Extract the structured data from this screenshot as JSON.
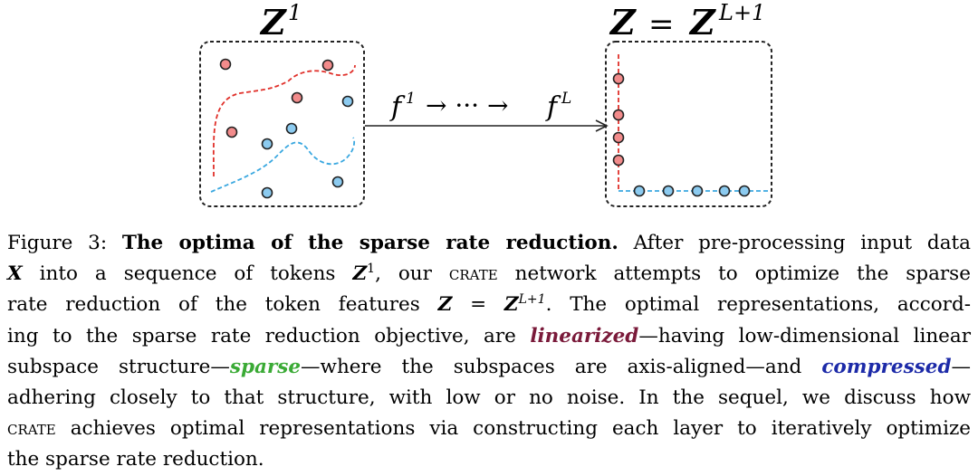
{
  "colors": {
    "red": "#f28b8b",
    "blue": "#8ccbf0",
    "red_line": "#e0302a",
    "blue_line": "#3aa8e0",
    "linearized": "#7a1a3a",
    "sparse": "#3aaa35",
    "compressed": "#1c2aa8"
  },
  "figure": {
    "left_label": "Z",
    "left_sup": "1",
    "right_label_a": "Z",
    "right_eq": "=",
    "right_label_b": "Z",
    "right_sup": "L+1",
    "arrow_label": "f¹ → ··· → fᴸ",
    "f1": "f",
    "f1_sup": "1",
    "dots": "→ ··· →",
    "fL": "f",
    "fL_sup": "L"
  },
  "caption": {
    "fig_label": "Figure 3:",
    "title": "The optima of the sparse rate reduction.",
    "t1": "After pre-processing input data",
    "X": "X",
    "t2": "into a sequence of tokens",
    "Z1": "Z",
    "Z1_sup": "1",
    "t3": ", our",
    "crate1": "crate",
    "t4": "network attempts to optimize the sparse",
    "t5": "rate reduction of the token features",
    "Z": "Z",
    "eq": "=",
    "ZL": "Z",
    "ZL_sup": "L+1",
    "t6": ". The optimal representations, accord-",
    "t7": "ing to the sparse rate reduction objective, are",
    "linearized": "linearized",
    "t8": "—having low-dimensional linear",
    "t9": "subspace structure—",
    "sparse": "sparse",
    "t10": "—where the subspaces are axis-aligned—and",
    "compressed": "compressed",
    "t11": "—",
    "t12": "adhering closely to that structure, with low or no noise. In the sequel, we discuss how",
    "crate2": "crate",
    "t13": "achieves optimal representations via constructing each layer to iteratively optimize",
    "t14": "the sparse rate reduction."
  }
}
